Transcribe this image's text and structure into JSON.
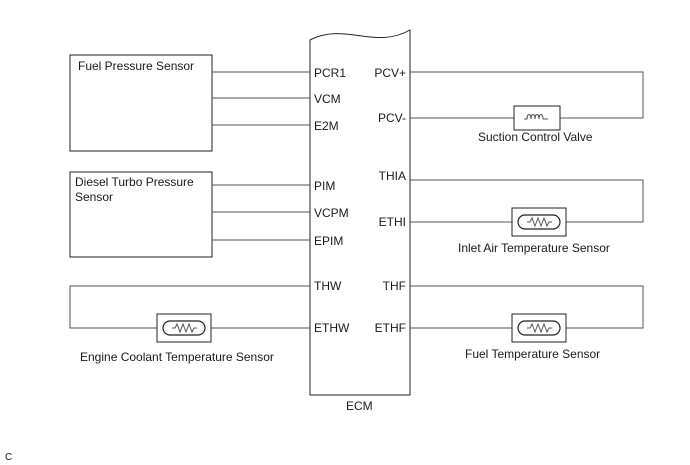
{
  "ecm": {
    "label": "ECM"
  },
  "components": {
    "fuel_pressure_sensor": "Fuel Pressure Sensor",
    "diesel_turbo_line1": "Diesel Turbo Pressure",
    "diesel_turbo_line2": "Sensor",
    "suction_control_valve": "Suction Control Valve",
    "inlet_air_temp_sensor": "Inlet Air Temperature Sensor",
    "fuel_temp_sensor": "Fuel Temperature Sensor",
    "engine_coolant_temp_sensor": "Engine Coolant Temperature Sensor"
  },
  "pins": {
    "pcr1": "PCR1",
    "vcm": "VCM",
    "e2m": "E2M",
    "pim": "PIM",
    "vcpm": "VCPM",
    "epim": "EPIM",
    "thw": "THW",
    "ethw": "ETHW",
    "pcv_plus": "PCV+",
    "pcv_minus": "PCV-",
    "thia": "THIA",
    "ethi": "ETHI",
    "thf": "THF",
    "ethf": "ETHF"
  },
  "figure_code": "C"
}
